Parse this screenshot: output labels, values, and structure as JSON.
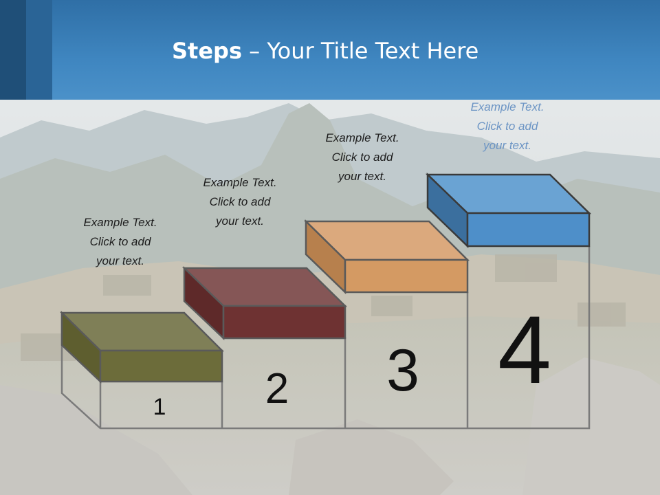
{
  "slide": {
    "title_bold": "Steps",
    "title_rest": " – Your Title Text Here"
  },
  "steps": [
    {
      "number": "1",
      "caption": [
        "Example Text.",
        "Click  to add",
        "your text."
      ],
      "color": "#707245"
    },
    {
      "number": "2",
      "caption": [
        "Example Text.",
        "Click  to add",
        "your text."
      ],
      "color": "#6e3434"
    },
    {
      "number": "3",
      "caption": [
        "Example Text.",
        "Click  to add",
        "your text."
      ],
      "color": "#d0925c"
    },
    {
      "number": "4",
      "caption": [
        "Example Text.",
        "Click  to add",
        "your text."
      ],
      "color": "#4d8fc8"
    }
  ],
  "colors": {
    "header": "#3f86c0",
    "step4_caption_text": "#6b94c4"
  }
}
